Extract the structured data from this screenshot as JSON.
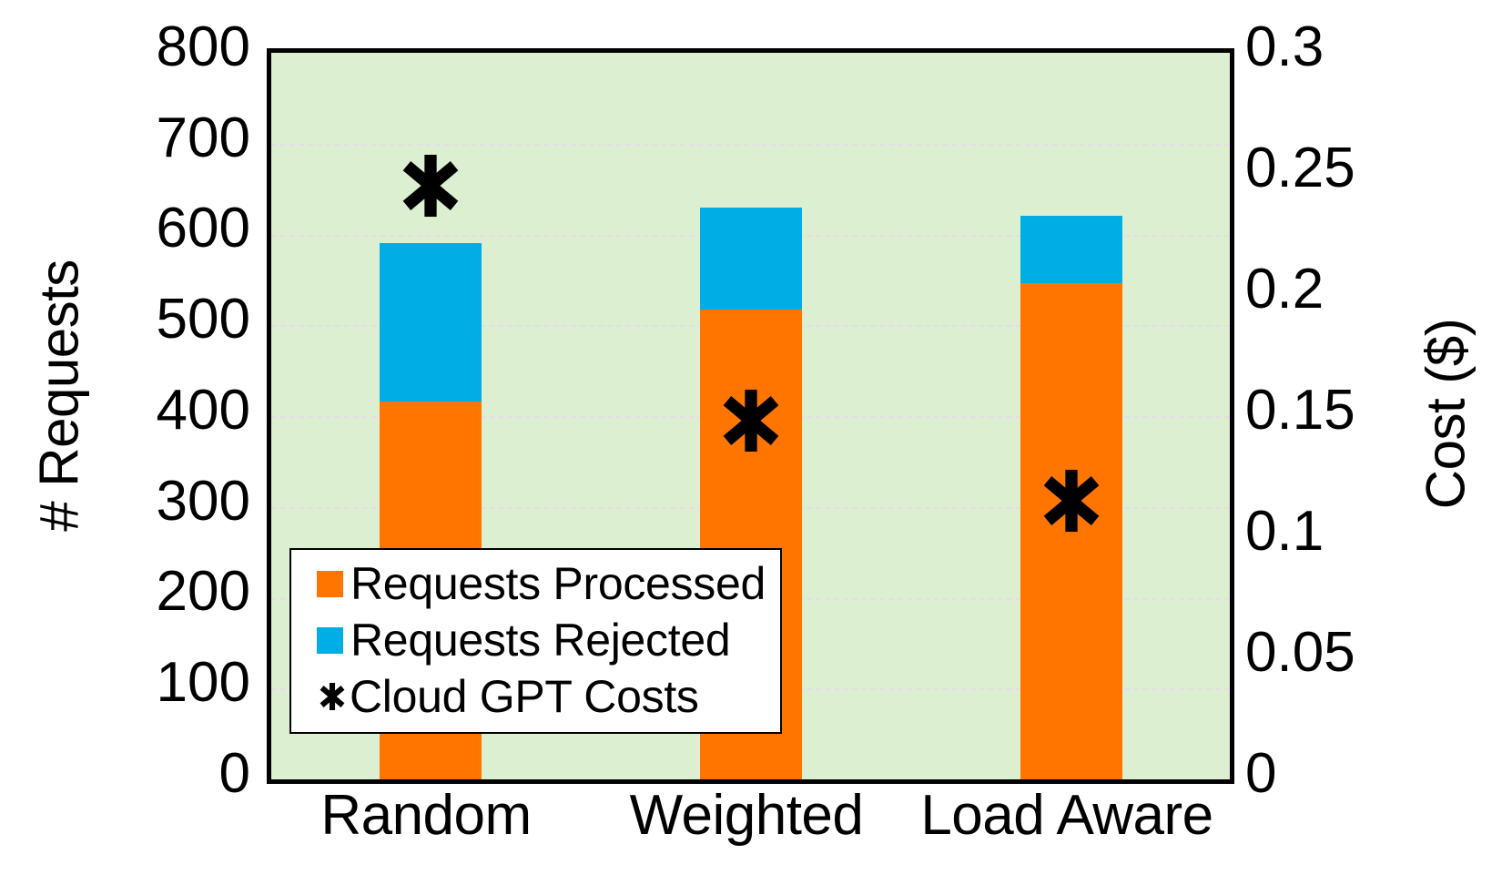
{
  "chart_data": {
    "type": "bar",
    "title": "",
    "subtitle": "",
    "categories": [
      "Random",
      "Weighted",
      "Load Aware"
    ],
    "xlabel": "",
    "ylabel": "# Requests",
    "y2label": "Cost ($)",
    "ylim": [
      0,
      800
    ],
    "y2lim": [
      0,
      0.3
    ],
    "yticks": [
      "0",
      "100",
      "200",
      "300",
      "400",
      "500",
      "600",
      "700",
      "800"
    ],
    "ytick_values": [
      0,
      100,
      200,
      300,
      400,
      500,
      600,
      700,
      800
    ],
    "y2ticks": [
      "0",
      "0.05",
      "0.1",
      "0.15",
      "0.2",
      "0.25",
      "0.3"
    ],
    "y2tick_values": [
      0,
      0.05,
      0.1,
      0.15,
      0.2,
      0.25,
      0.3
    ],
    "stacked": true,
    "grid": true,
    "grid_axis": "y",
    "legend_position": "inside-bottom-left",
    "plot_background": "#dcefd0",
    "series": [
      {
        "name": "Requests Processed",
        "axis": "left",
        "type": "bar",
        "color": "#ff7500",
        "values": [
          416,
          517,
          546
        ]
      },
      {
        "name": "Requests Rejected",
        "axis": "left",
        "type": "bar",
        "color": "#00ade5",
        "values": [
          174,
          113,
          75
        ]
      },
      {
        "name": "Cloud GPT Costs",
        "axis": "right",
        "type": "scatter",
        "marker": "x-asterisk",
        "color": "#000000",
        "values": [
          0.245,
          0.148,
          0.115
        ]
      }
    ],
    "bar_totals": [
      590,
      630,
      621
    ]
  },
  "legend": {
    "items": [
      {
        "label": "Requests Processed",
        "swatch": "square",
        "color": "#ff7500"
      },
      {
        "label": "Requests Rejected",
        "swatch": "square",
        "color": "#00ade5"
      },
      {
        "label": "Cloud GPT Costs",
        "swatch": "x-marker",
        "color": "#000000"
      }
    ]
  }
}
